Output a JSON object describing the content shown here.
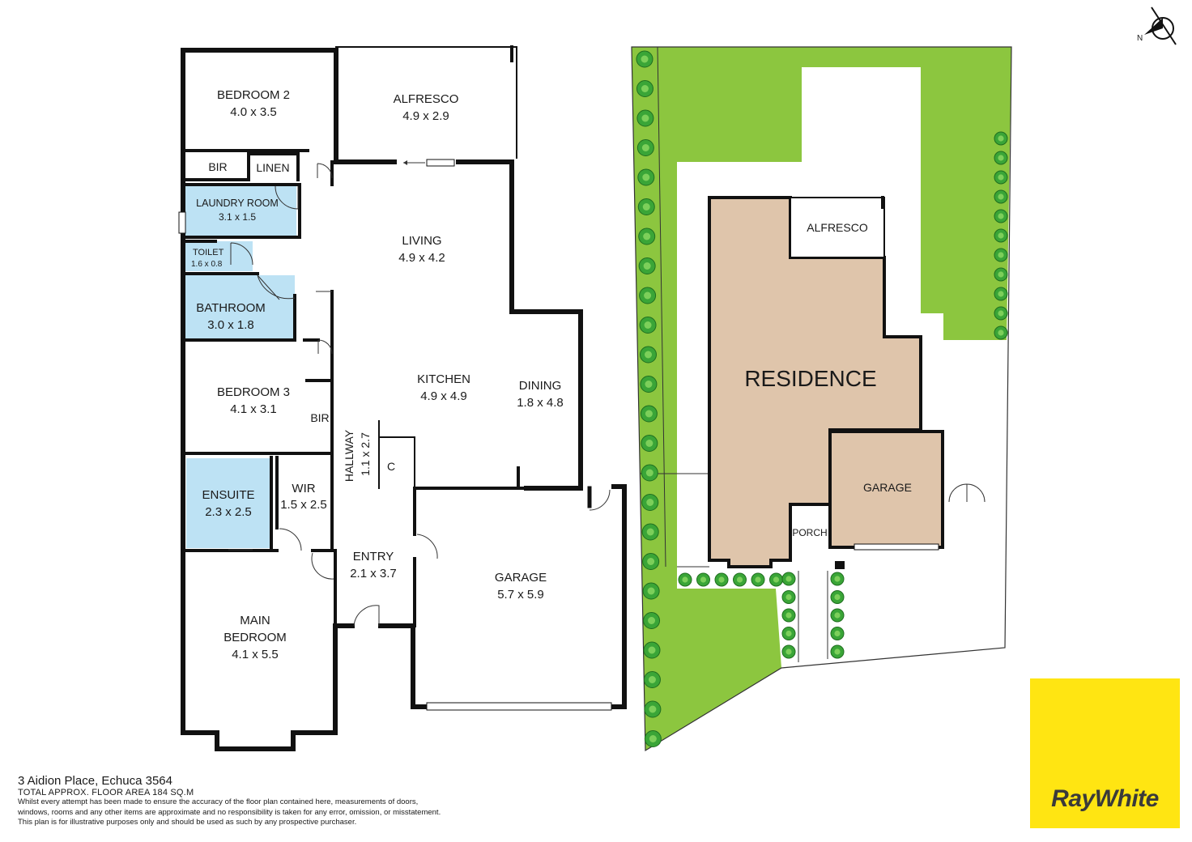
{
  "floor_plan": {
    "rooms": {
      "bedroom2": {
        "name": "BEDROOM 2",
        "dims": "4.0 x 3.5"
      },
      "alfresco": {
        "name": "ALFRESCO",
        "dims": "4.9 x 2.9"
      },
      "bir1": {
        "name": "BIR"
      },
      "linen": {
        "name": "LINEN"
      },
      "laundry": {
        "name": "LAUNDRY ROOM",
        "dims": "3.1 x 1.5"
      },
      "toilet": {
        "name": "TOILET",
        "dims": "1.6 x 0.8"
      },
      "bathroom": {
        "name": "BATHROOM",
        "dims": "3.0 x 1.8"
      },
      "living": {
        "name": "LIVING",
        "dims": "4.9 x 4.2"
      },
      "bedroom3": {
        "name": "BEDROOM 3",
        "dims": "4.1 x 3.1"
      },
      "bir2": {
        "name": "BIR"
      },
      "kitchen": {
        "name": "KITCHEN",
        "dims": "4.9 x 4.9"
      },
      "dining": {
        "name": "DINING",
        "dims": "1.8 x 4.8"
      },
      "hallway": {
        "name": "HALLWAY",
        "dims": "1.1 x 2.7"
      },
      "cupboard": {
        "name": "C"
      },
      "ensuite": {
        "name": "ENSUITE",
        "dims": "2.3 x 2.5"
      },
      "wir": {
        "name": "WIR",
        "dims": "1.5 x 2.5"
      },
      "entry": {
        "name": "ENTRY",
        "dims": "2.1 x 3.7"
      },
      "garage": {
        "name": "GARAGE",
        "dims": "5.7 x 5.9"
      },
      "main_bedroom": {
        "name_line1": "MAIN",
        "name_line2": "BEDROOM",
        "dims": "4.1 x 5.5"
      }
    }
  },
  "site_plan": {
    "residence": "RESIDENCE",
    "alfresco": "ALFRESCO",
    "garage": "GARAGE",
    "porch": "PORCH",
    "north": "N"
  },
  "colors": {
    "lawn": "#8cc63f",
    "residence": "#dfc5ab",
    "wet_area": "#bde2f4",
    "brand": "#ffe512"
  },
  "footer": {
    "address": "3 Aidion Place, Echuca 3564",
    "floor_area": "TOTAL APPROX. FLOOR AREA 184 SQ.M",
    "disclaimer_1": "Whilst every attempt has been made to ensure the accuracy of the floor plan contained here, measurements of doors,",
    "disclaimer_2": "windows, rooms and any other items are approximate and no responsibility is taken for any error, omission, or misstatement.",
    "disclaimer_3": "This plan is for illustrative purposes only and should be used as such by any prospective purchaser."
  },
  "brand": {
    "name": "RayWhite"
  }
}
